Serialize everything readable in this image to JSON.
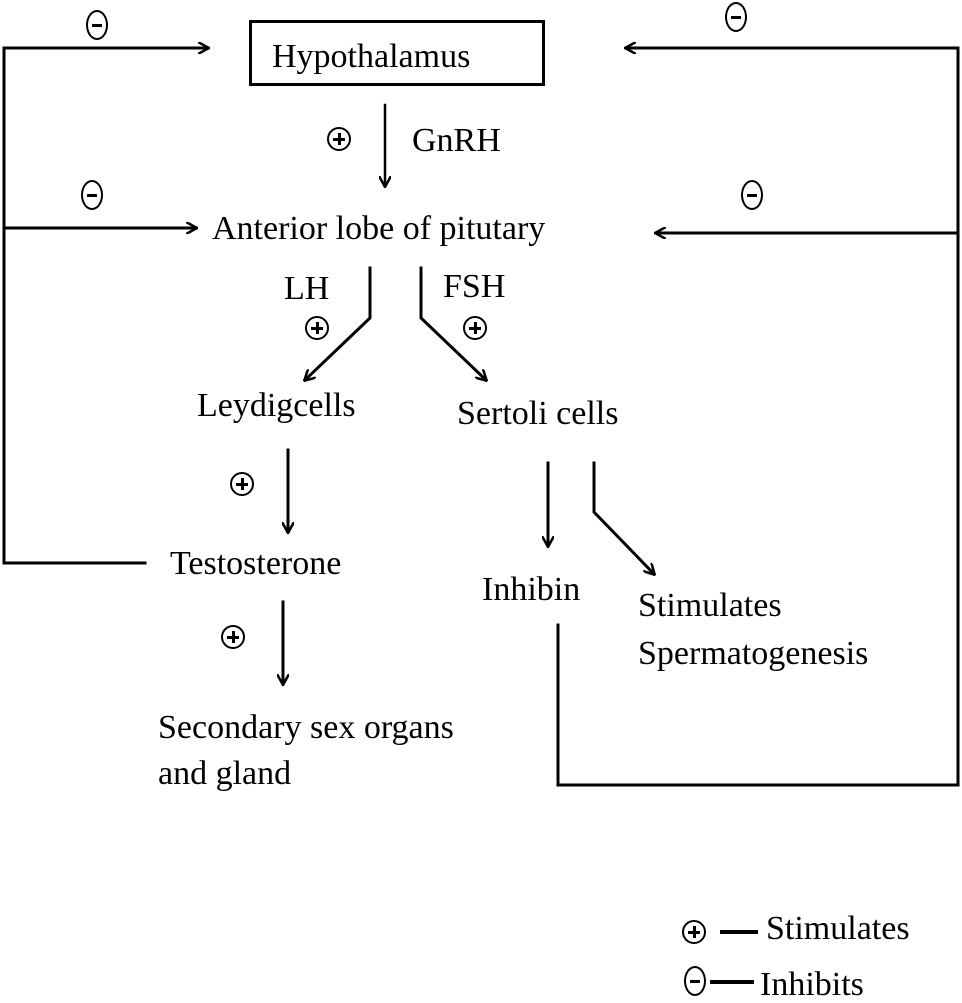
{
  "diagram": {
    "nodes": {
      "hypothalamus": "Hypothalamus",
      "pituitary": "Anterior lobe of pitutary",
      "leydig": "Leydigcells",
      "sertoli": "Sertoli cells",
      "testosterone": "Testosterone",
      "inhibin": "Inhibin",
      "spermatogenesis_line1": "Stimulates",
      "spermatogenesis_line2": "Spermatogenesis",
      "secondary_line1": "Secondary sex organs",
      "secondary_line2": "and gland"
    },
    "edge_labels": {
      "gnrh": "GnRH",
      "lh": "LH",
      "fsh": "FSH"
    },
    "legend": {
      "stimulates": "Stimulates",
      "inhibits": "Inhibits"
    }
  }
}
